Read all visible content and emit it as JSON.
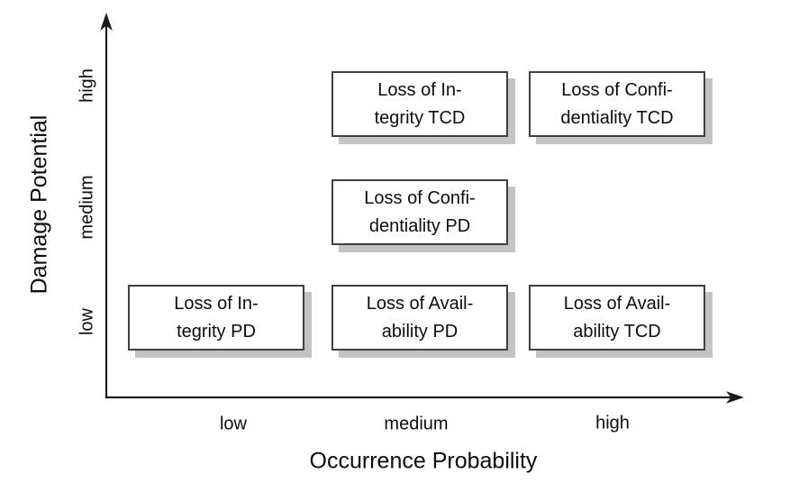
{
  "figure": {
    "x_axis": {
      "label": "Occurrence Probability",
      "ticks": [
        "low",
        "medium",
        "high"
      ]
    },
    "y_axis": {
      "label": "Damage Potential",
      "ticks": [
        "low",
        "medium",
        "high"
      ]
    }
  },
  "boxes": [
    {
      "line1": "Loss of In-",
      "line2": "tegrity TCD",
      "x": "medium",
      "y": "high"
    },
    {
      "line1": "Loss of Confi-",
      "line2": "dentiality TCD",
      "x": "high",
      "y": "high"
    },
    {
      "line1": "Loss of Confi-",
      "line2": "dentiality PD",
      "x": "medium",
      "y": "medium"
    },
    {
      "line1": "Loss of In-",
      "line2": "tegrity PD",
      "x": "low",
      "y": "low"
    },
    {
      "line1": "Loss of Avail-",
      "line2": "ability PD",
      "x": "medium",
      "y": "low"
    },
    {
      "line1": "Loss of Avail-",
      "line2": "ability TCD",
      "x": "high",
      "y": "low"
    }
  ],
  "colors": {
    "background": "#ffffff",
    "axis": "#1a1a1a",
    "box_border": "#404040",
    "box_shadow": "#c3c3c3",
    "text": "#0d0d0d"
  },
  "chart_data": {
    "type": "scatter",
    "title": "",
    "xlabel": "Occurrence Probability",
    "ylabel": "Damage Potential",
    "x_ticks": [
      "low",
      "medium",
      "high"
    ],
    "y_ticks": [
      "low",
      "medium",
      "high"
    ],
    "grid": false,
    "points": [
      {
        "x": "medium",
        "y": "high",
        "label": "Loss of Integrity TCD"
      },
      {
        "x": "high",
        "y": "high",
        "label": "Loss of Confidentiality TCD"
      },
      {
        "x": "medium",
        "y": "medium",
        "label": "Loss of Confidentiality PD"
      },
      {
        "x": "low",
        "y": "low",
        "label": "Loss of Integrity PD"
      },
      {
        "x": "medium",
        "y": "low",
        "label": "Loss of Availability PD"
      },
      {
        "x": "high",
        "y": "low",
        "label": "Loss of Availability TCD"
      }
    ]
  }
}
